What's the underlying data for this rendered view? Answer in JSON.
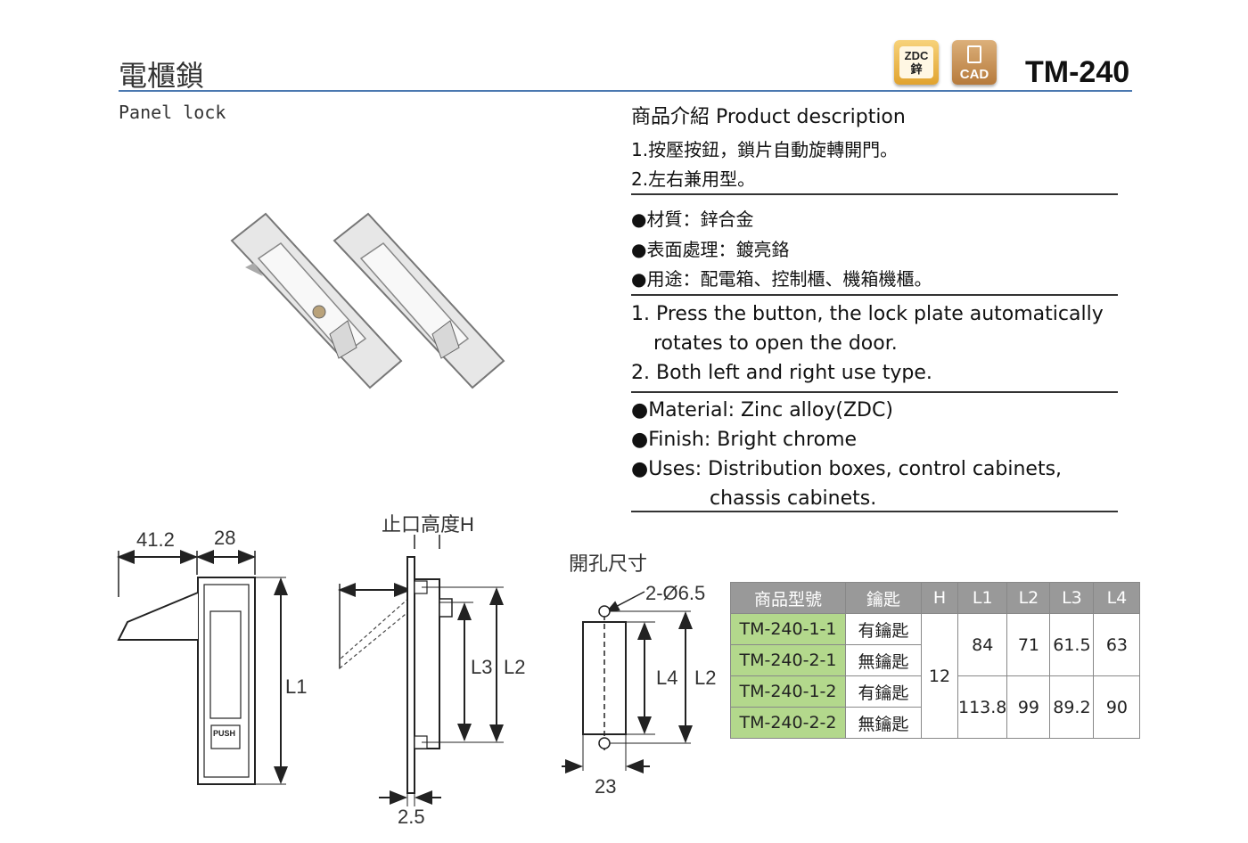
{
  "header": {
    "title_zh": "電櫃鎖",
    "subtitle_en": "Panel lock",
    "model": "TM-240",
    "badges": [
      {
        "top": "ZDC",
        "bottom": "鋅"
      },
      {
        "label": "CAD"
      }
    ]
  },
  "description": {
    "heading": "商品介紹 Product description",
    "features_zh": [
      "1.按壓按鈕，鎖片自動旋轉開門。",
      "2.左右兼用型。"
    ],
    "specs_zh": [
      "●材質：鋅合金",
      "●表面處理：鍍亮鉻",
      "●用途：配電箱、控制櫃、機箱機櫃。"
    ],
    "features_en": [
      "1. Press the button, the lock plate automatically",
      "rotates to open the door.",
      "2. Both left and right use type."
    ],
    "specs_en": [
      "●Material: Zinc alloy(ZDC)",
      "●Finish: Bright chrome",
      "●Uses: Distribution boxes, control cabinets,",
      "chassis cabinets."
    ]
  },
  "drawing": {
    "front": {
      "d1": "41.2",
      "d2": "28",
      "l1": "L1",
      "push": "PUSH"
    },
    "side": {
      "h_label": "止口高度H",
      "l3": "L3",
      "l2": "L2",
      "t": "2.5"
    },
    "cutout": {
      "title": "開孔尺寸",
      "holes": "2-Ø6.5",
      "l4": "L4",
      "l2": "L2",
      "w": "23"
    }
  },
  "table": {
    "headers": [
      "商品型號",
      "鑰匙",
      "H",
      "L1",
      "L2",
      "L3",
      "L4"
    ],
    "rows": [
      {
        "model": "TM-240-1-1",
        "key": "有鑰匙"
      },
      {
        "model": "TM-240-2-1",
        "key": "無鑰匙"
      },
      {
        "model": "TM-240-1-2",
        "key": "有鑰匙"
      },
      {
        "model": "TM-240-2-2",
        "key": "無鑰匙"
      }
    ],
    "h": "12",
    "group1": {
      "l1": "84",
      "l2": "71",
      "l3": "61.5",
      "l4": "63"
    },
    "group2": {
      "l1": "113.8",
      "l2": "99",
      "l3": "89.2",
      "l4": "90"
    }
  },
  "colors": {
    "rule_blue": "#4a78b0",
    "model_cell": "#b3d88c",
    "header_cell": "#999999"
  }
}
